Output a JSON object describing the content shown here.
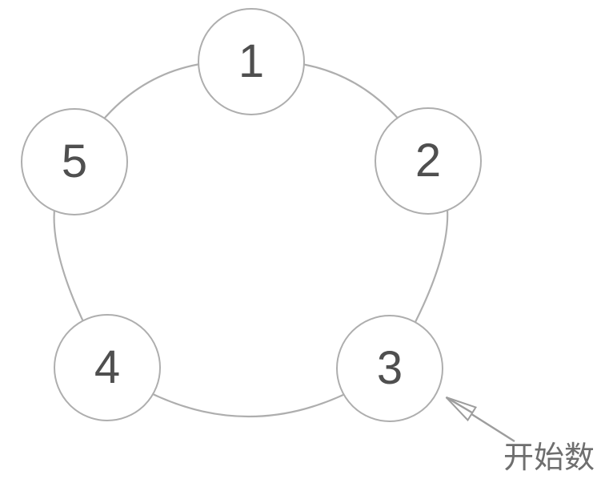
{
  "diagram": {
    "type": "counting-circle",
    "nodes": [
      {
        "id": "node-1",
        "label": "1"
      },
      {
        "id": "node-2",
        "label": "2"
      },
      {
        "id": "node-3",
        "label": "3"
      },
      {
        "id": "node-4",
        "label": "4"
      },
      {
        "id": "node-5",
        "label": "5"
      }
    ],
    "annotation": {
      "label": "开始数",
      "target_node_label": "3"
    }
  },
  "colors": {
    "bg": "#ffffff",
    "outline": "#aeaeae",
    "number": "#4f4f4f",
    "arrow": "#9d9d9d",
    "label": "#6e6e6e"
  }
}
